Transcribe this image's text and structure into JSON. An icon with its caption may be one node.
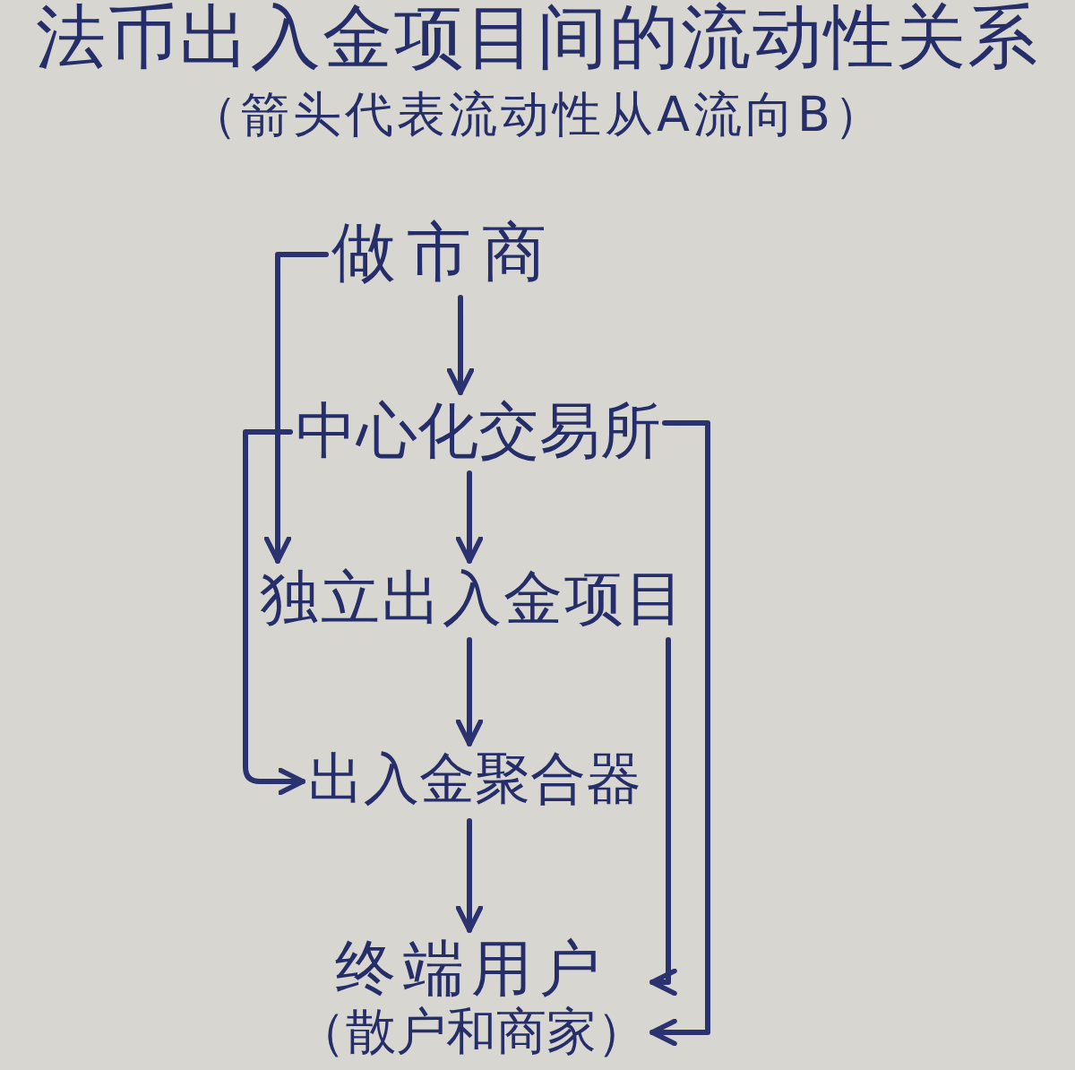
{
  "diagram": {
    "title": "法币出入金项目间的流动性关系",
    "nodes": [
      {
        "text": [
          "做市商"
        ]
      },
      {
        "text": [
          "中心化交易所"
        ]
      },
      {
        "text": [
          "独立出入金项目"
        ]
      },
      {
        "text": [
          "出入金聚合器"
        ]
      },
      {
        "text": [
          "终端用户",
          "（散户和商家）"
        ]
      }
    ],
    "edges": [
      {
        "from": 0,
        "to": 1,
        "arrow": "to"
      },
      {
        "from": 1,
        "to": 2,
        "arrow": "to"
      },
      {
        "from": 2,
        "to": 3,
        "arrow": "to"
      },
      {
        "from": 3,
        "to": 4,
        "arrow": "to"
      },
      {
        "from": 0,
        "to": 2,
        "arrow": "to"
      },
      {
        "from": 1,
        "to": 3,
        "arrow": "to"
      },
      {
        "from": 1,
        "to": 4,
        "arrow": "to"
      },
      {
        "from": 2,
        "to": 4,
        "arrow": "to"
      }
    ],
    "labels": [
      "（箭头代表流动性从A流向B）"
    ]
  }
}
